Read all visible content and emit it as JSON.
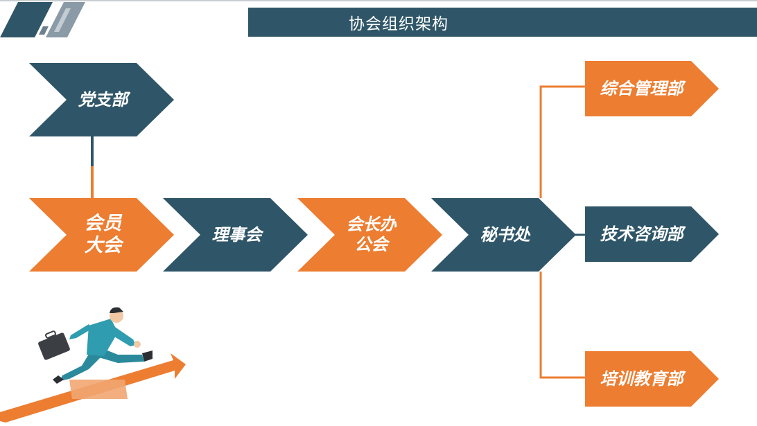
{
  "title": "协会组织架构",
  "colors": {
    "teal": "#2f5668",
    "orange": "#ec7d31",
    "connector": "#ec7d31"
  },
  "nodes": {
    "party_branch": "党支部",
    "members_assembly": "会员\n大会",
    "council": "理事会",
    "president_office": "会长办\n公会",
    "secretariat": "秘书处",
    "general_mgmt": "综合管理部",
    "tech_consult": "技术咨询部",
    "training_edu": "培训教育部"
  },
  "decorations": [
    "building-corner-graphic",
    "businessman-running-illustration",
    "upward-arrow"
  ]
}
